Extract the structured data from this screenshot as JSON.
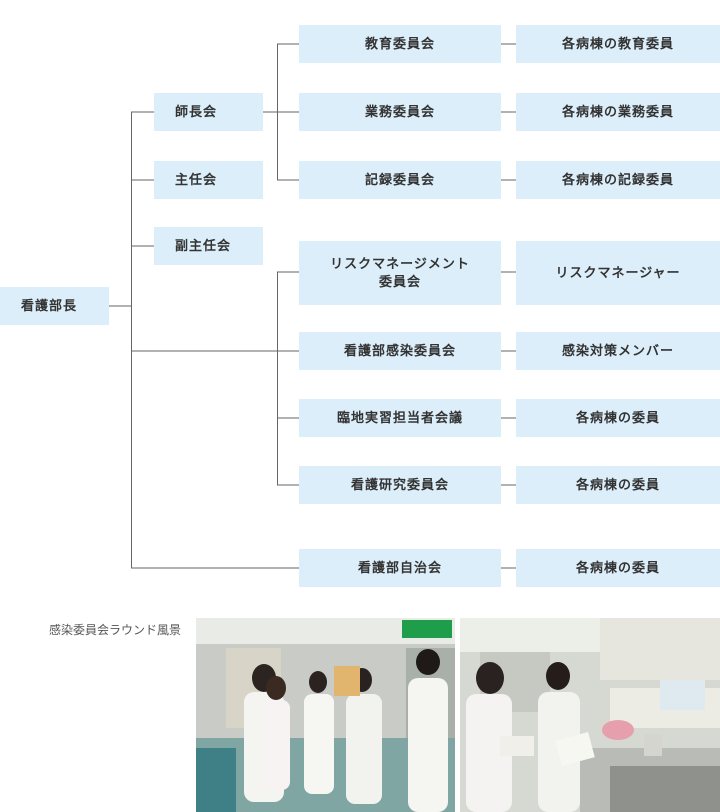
{
  "root": "看護部長",
  "level1": [
    "師長会",
    "主任会",
    "副主任会"
  ],
  "committees": [
    {
      "name": "教育委員会",
      "member": "各病棟の教育委員"
    },
    {
      "name": "業務委員会",
      "member": "各病棟の業務委員"
    },
    {
      "name": "記録委員会",
      "member": "各病棟の記録委員"
    },
    {
      "name": "リスクマネージメント\n委員会",
      "member": "リスクマネージャー"
    },
    {
      "name": "看護部感染委員会",
      "member": "感染対策メンバー"
    },
    {
      "name": "臨地実習担当者会議",
      "member": "各病棟の委員"
    },
    {
      "name": "看護研究委員会",
      "member": "各病棟の委員"
    },
    {
      "name": "看護部自治会",
      "member": "各病棟の委員"
    }
  ],
  "photo_caption": "感染委員会ラウンド風景",
  "colors": {
    "box": "#dceef9",
    "line": "#666666"
  }
}
